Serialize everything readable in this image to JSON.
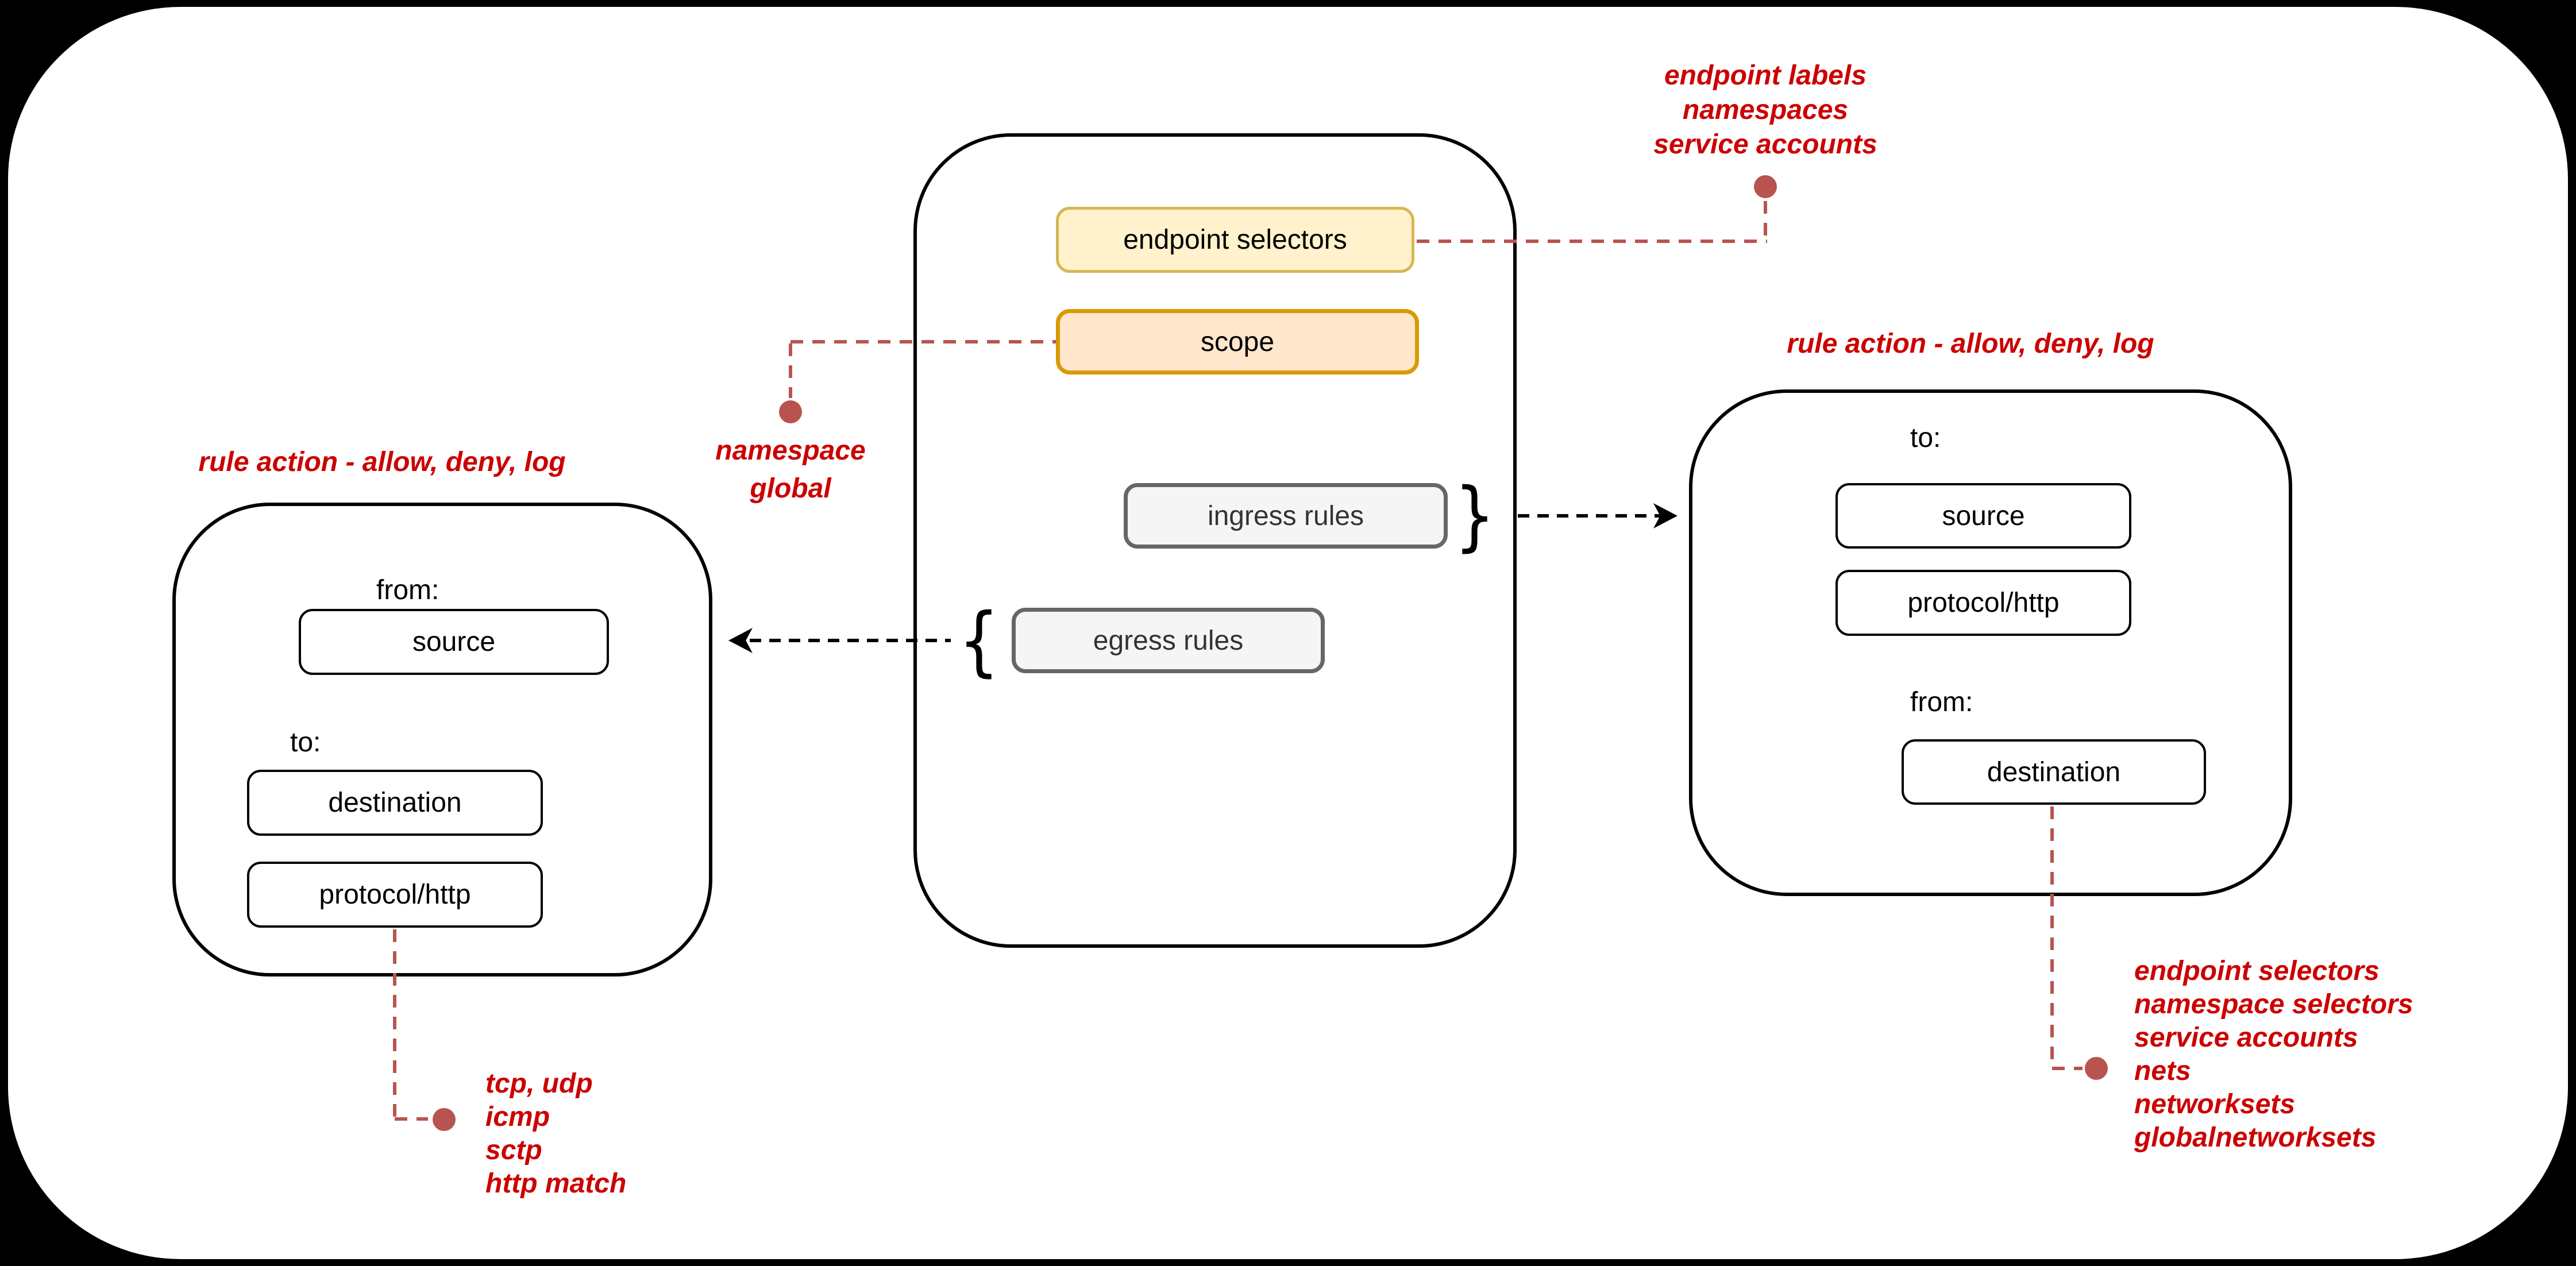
{
  "colors": {
    "background": "#000000",
    "canvas": "#ffffff",
    "annotation_text": "#cc0000",
    "connector": "#b85450",
    "yellow_fill": "#fff2cc",
    "yellow_stroke": "#d6b656",
    "orange_fill": "#ffe6cc",
    "orange_stroke": "#d79b00",
    "gray_fill": "#f5f5f5",
    "gray_stroke": "#666666",
    "line_black": "#000000"
  },
  "policy": {
    "endpoint_selectors": "endpoint selectors",
    "scope": "scope",
    "ingress_rules": "ingress rules",
    "egress_rules": "egress rules",
    "ingress_brace": "}",
    "egress_brace": "{"
  },
  "egress_rule_box": {
    "title": "rule action - allow, deny, log",
    "from_label": "from:",
    "source": "source",
    "to_label": "to:",
    "destination": "destination",
    "protocol": "protocol/http"
  },
  "ingress_rule_box": {
    "title": "rule action - allow, deny, log",
    "to_label": "to:",
    "source": "source",
    "protocol": "protocol/http",
    "from_label": "from:",
    "destination": "destination"
  },
  "annotations": {
    "endpoint_selectors_note": [
      "endpoint labels",
      "namespaces",
      "service accounts"
    ],
    "scope_note": [
      "namespace",
      "global"
    ],
    "protocol_note": [
      "tcp, udp",
      "icmp",
      "sctp",
      "http match"
    ],
    "destination_note": [
      "endpoint selectors",
      "namespace selectors",
      "service accounts",
      "nets",
      "networksets",
      "globalnetworksets"
    ]
  }
}
